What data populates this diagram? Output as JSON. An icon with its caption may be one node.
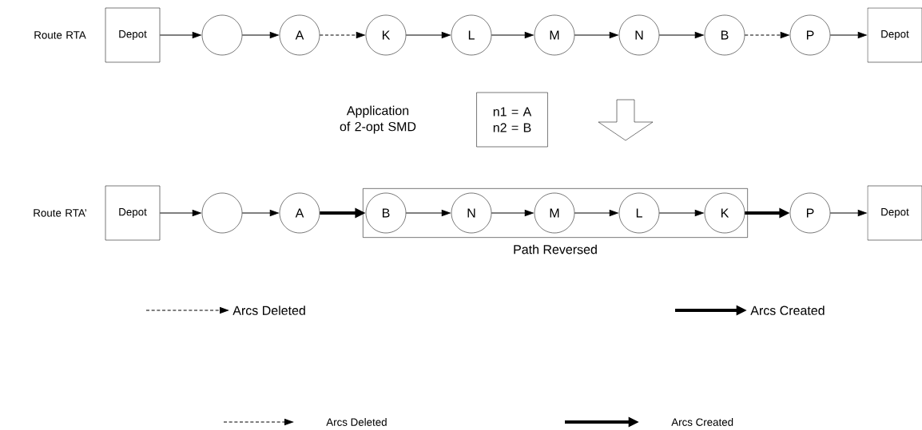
{
  "diagram": {
    "nodes": [
      {
        "text": [
          "Depot"
        ]
      },
      {
        "text": [],
        "shape": "circle"
      },
      {
        "text": [
          "A"
        ]
      },
      {
        "text": [
          "K"
        ]
      },
      {
        "text": [
          "L"
        ]
      },
      {
        "text": [
          "M"
        ]
      },
      {
        "text": [
          "N"
        ]
      },
      {
        "text": [
          "B"
        ]
      },
      {
        "text": [
          "P"
        ]
      },
      {
        "text": [
          "Depot"
        ]
      },
      {
        "text": [
          "n1 = A n2 = B"
        ]
      },
      {
        "text": [
          "Depot"
        ]
      },
      {
        "text": [],
        "shape": "circle"
      },
      {
        "text": [
          "A"
        ]
      },
      {
        "text": [
          "Path Reversed"
        ]
      },
      {
        "text": [
          "B"
        ],
        "in": 14
      },
      {
        "text": [
          "N"
        ],
        "in": 14
      },
      {
        "text": [
          "M"
        ],
        "in": 14
      },
      {
        "text": [
          "L"
        ],
        "in": 14
      },
      {
        "text": [
          "K"
        ],
        "in": 14
      },
      {
        "text": [
          "P"
        ]
      },
      {
        "text": [
          "Depot"
        ]
      }
    ],
    "edges": [
      {
        "from": 0,
        "to": 1,
        "arrow": "to"
      },
      {
        "from": 1,
        "to": 2,
        "arrow": "to"
      },
      {
        "from": 2,
        "to": 3,
        "arrow": "to",
        "style": "dashed"
      },
      {
        "from": 3,
        "to": 4,
        "arrow": "to"
      },
      {
        "from": 4,
        "to": 5,
        "arrow": "to"
      },
      {
        "from": 5,
        "to": 6,
        "arrow": "to"
      },
      {
        "from": 6,
        "to": 7,
        "arrow": "to"
      },
      {
        "from": 7,
        "to": 8,
        "arrow": "to",
        "style": "dashed"
      },
      {
        "from": 8,
        "to": 9,
        "arrow": "to"
      },
      {
        "from": 11,
        "to": 12,
        "arrow": "to"
      },
      {
        "from": 12,
        "to": 13,
        "arrow": "to"
      },
      {
        "from": 13,
        "to": 15,
        "arrow": "to",
        "style": "thick"
      },
      {
        "from": 15,
        "to": 16,
        "arrow": "to"
      },
      {
        "from": 16,
        "to": 17,
        "arrow": "to"
      },
      {
        "from": 17,
        "to": 18,
        "arrow": "to"
      },
      {
        "from": 18,
        "to": 19,
        "arrow": "to"
      },
      {
        "from": 19,
        "to": 20,
        "arrow": "to",
        "style": "thick"
      },
      {
        "from": 20,
        "to": 21,
        "arrow": "to"
      }
    ],
    "labels": [
      "Route RTA",
      "Application of 2-opt SMD",
      "Route RTA’"
    ],
    "legend": [
      {
        "text": "Arcs Deleted"
      },
      {
        "text": "Arcs Created"
      },
      {
        "text": "Arcs Deleted"
      },
      {
        "text": "Arcs Created"
      }
    ]
  }
}
